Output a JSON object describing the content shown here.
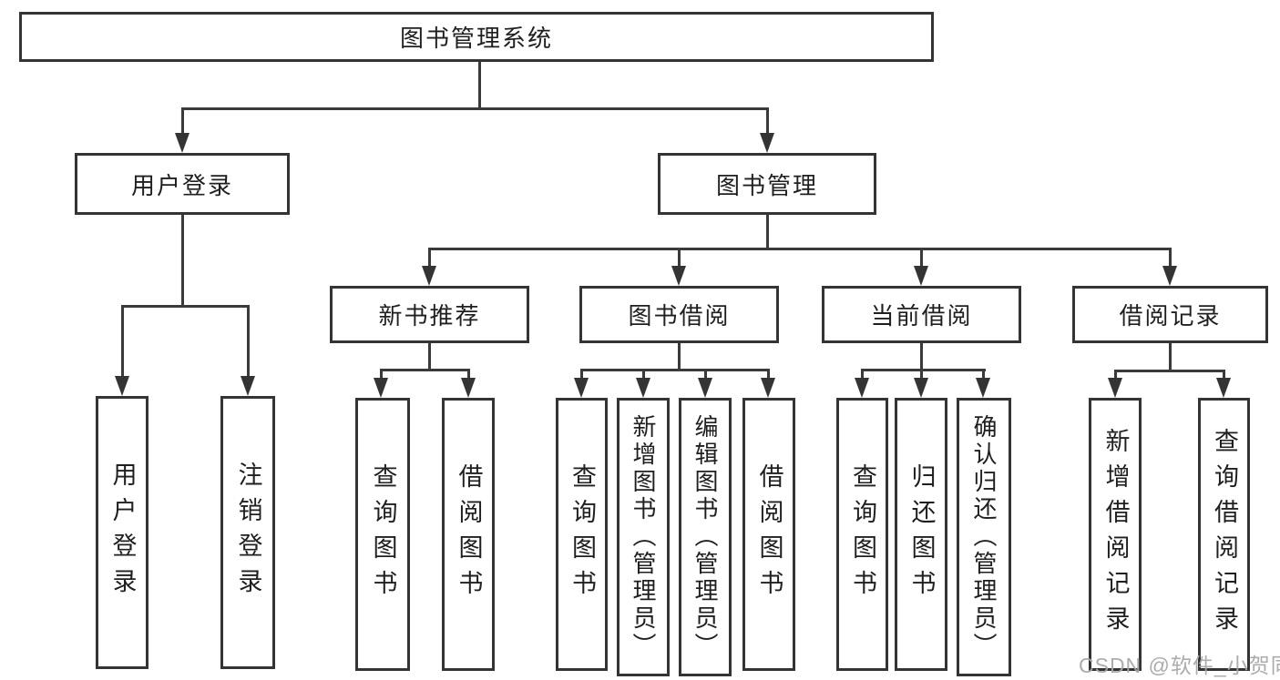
{
  "diagram": {
    "type": "hierarchy-tree",
    "root": {
      "label": "图书管理系统",
      "children": [
        {
          "label": "用户登录",
          "children": [
            {
              "label": "用户登录"
            },
            {
              "label": "注销登录"
            }
          ]
        },
        {
          "label": "图书管理",
          "children": [
            {
              "label": "新书推荐",
              "children": [
                {
                  "label": "查询图书"
                },
                {
                  "label": "借阅图书"
                }
              ]
            },
            {
              "label": "图书借阅",
              "children": [
                {
                  "label": "查询图书"
                },
                {
                  "label": "新增图书（管理员）"
                },
                {
                  "label": "编辑图书（管理员）"
                },
                {
                  "label": "借阅图书"
                }
              ]
            },
            {
              "label": "当前借阅",
              "children": [
                {
                  "label": "查询图书"
                },
                {
                  "label": "归还图书"
                },
                {
                  "label": "确认归还（管理员）"
                }
              ]
            },
            {
              "label": "借阅记录",
              "children": [
                {
                  "label": "新增借阅记录"
                },
                {
                  "label": "查询借阅记录"
                }
              ]
            }
          ]
        }
      ]
    }
  },
  "watermark": {
    "text": "CSDN @软件_小贺同学"
  },
  "colors": {
    "line": "#3a3a3a",
    "box_border": "#343434",
    "box_fill": "#ffffff",
    "text": "#1f1f1f",
    "watermark": "#a8a8a8",
    "background": "#ffffff"
  }
}
